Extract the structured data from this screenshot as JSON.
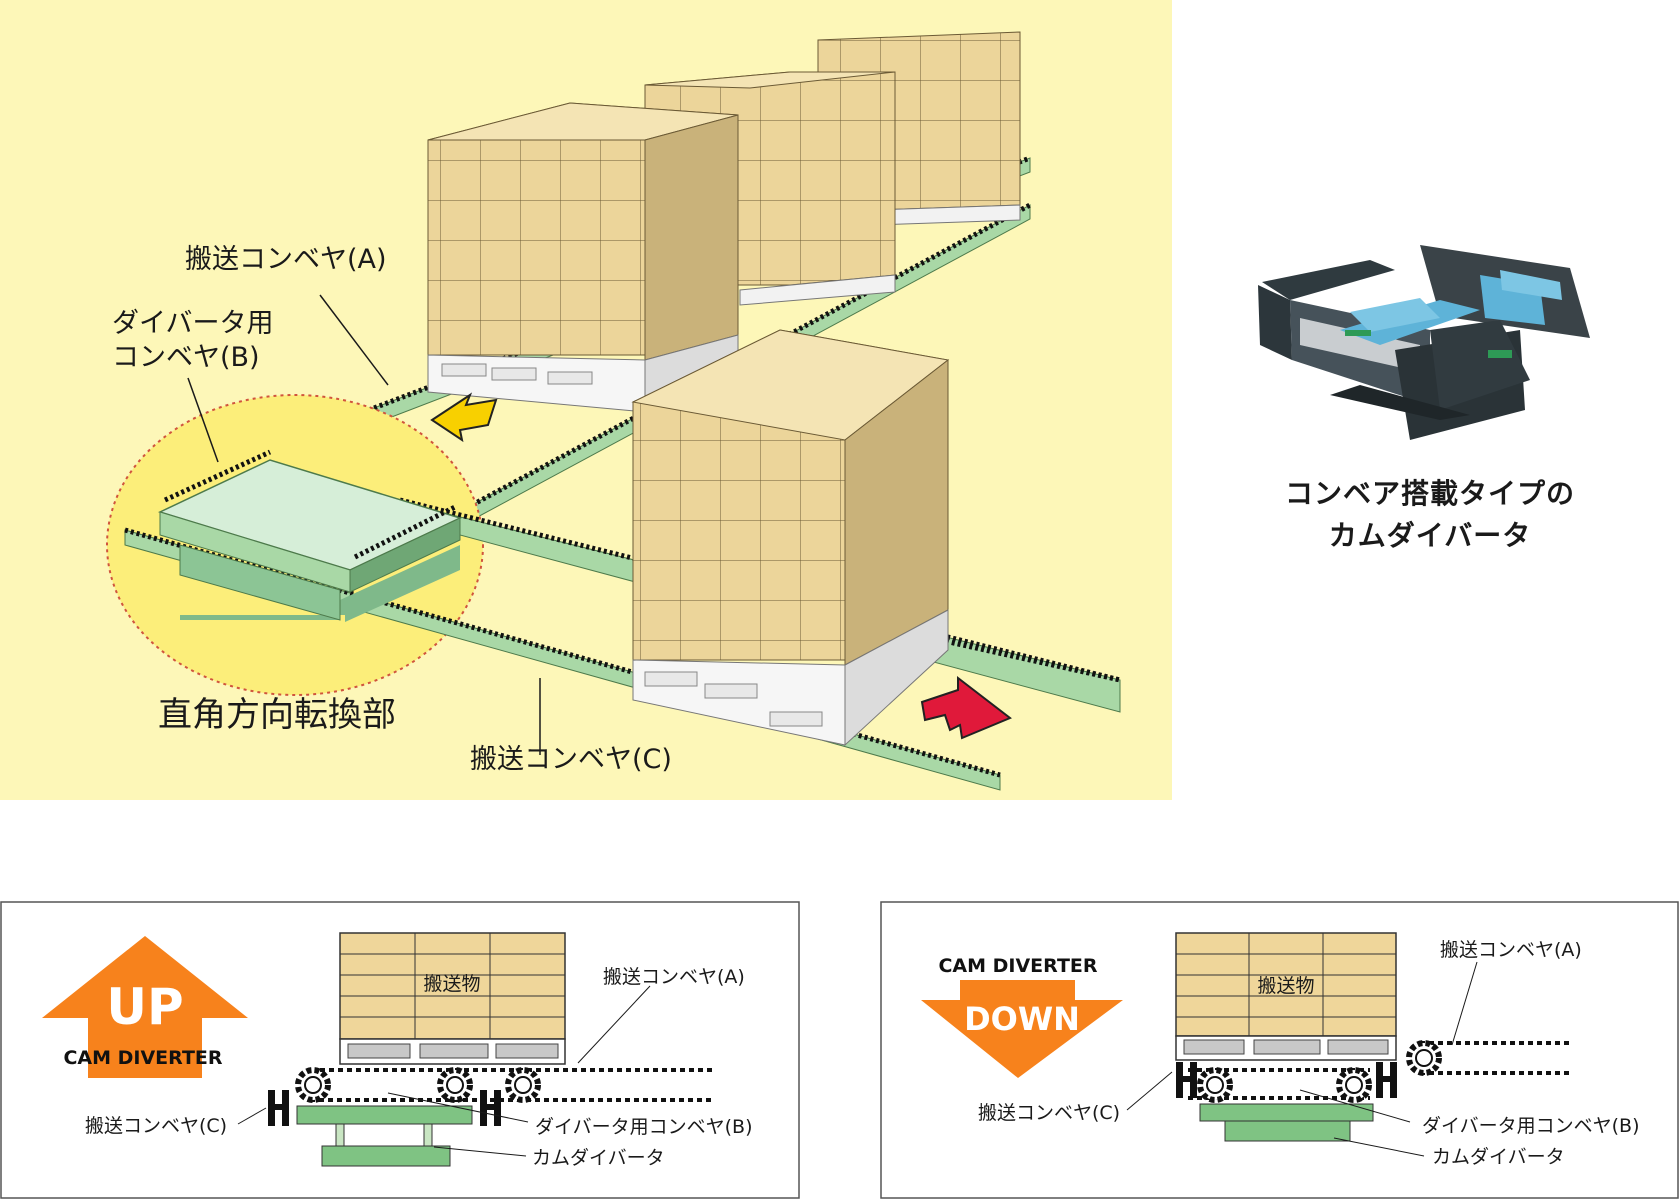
{
  "overview": {
    "conveyor_a": "搬送コンベヤ(A)",
    "conveyor_b_line1": "ダイバータ用",
    "conveyor_b_line2": "コンベヤ(B)",
    "conveyor_c": "搬送コンベヤ(C)",
    "turn_section": "直角方向転換部"
  },
  "photo_caption": {
    "line1": "コンベア搭載タイプの",
    "line2": "カムダイバータ"
  },
  "panel_up": {
    "arrow_text": "UP",
    "cam_label": "CAM DIVERTER",
    "load": "搬送物",
    "conveyor_a": "搬送コンベヤ(A)",
    "conveyor_c": "搬送コンベヤ(C)",
    "conveyor_b": "ダイバータ用コンベヤ(B)",
    "cam_diverter": "カムダイバータ"
  },
  "panel_down": {
    "arrow_text": "DOWN",
    "cam_label": "CAM DIVERTER",
    "load": "搬送物",
    "conveyor_a": "搬送コンベヤ(A)",
    "conveyor_c": "搬送コンベヤ(C)",
    "conveyor_b": "ダイバータ用コンベヤ(B)",
    "cam_diverter": "カムダイバータ"
  },
  "colors": {
    "background_yellow": "#fdf7b8",
    "highlight_yellow": "#fcee7a",
    "box_tan": "#ecd59a",
    "conveyor_green": "#a9d8a6",
    "up_arrow_orange": "#f7821c",
    "left_arrow_yellow": "#f8d000",
    "right_arrow_red": "#e0193a",
    "machine_dark": "#3a4348",
    "motor_blue": "#5eb3d8"
  }
}
